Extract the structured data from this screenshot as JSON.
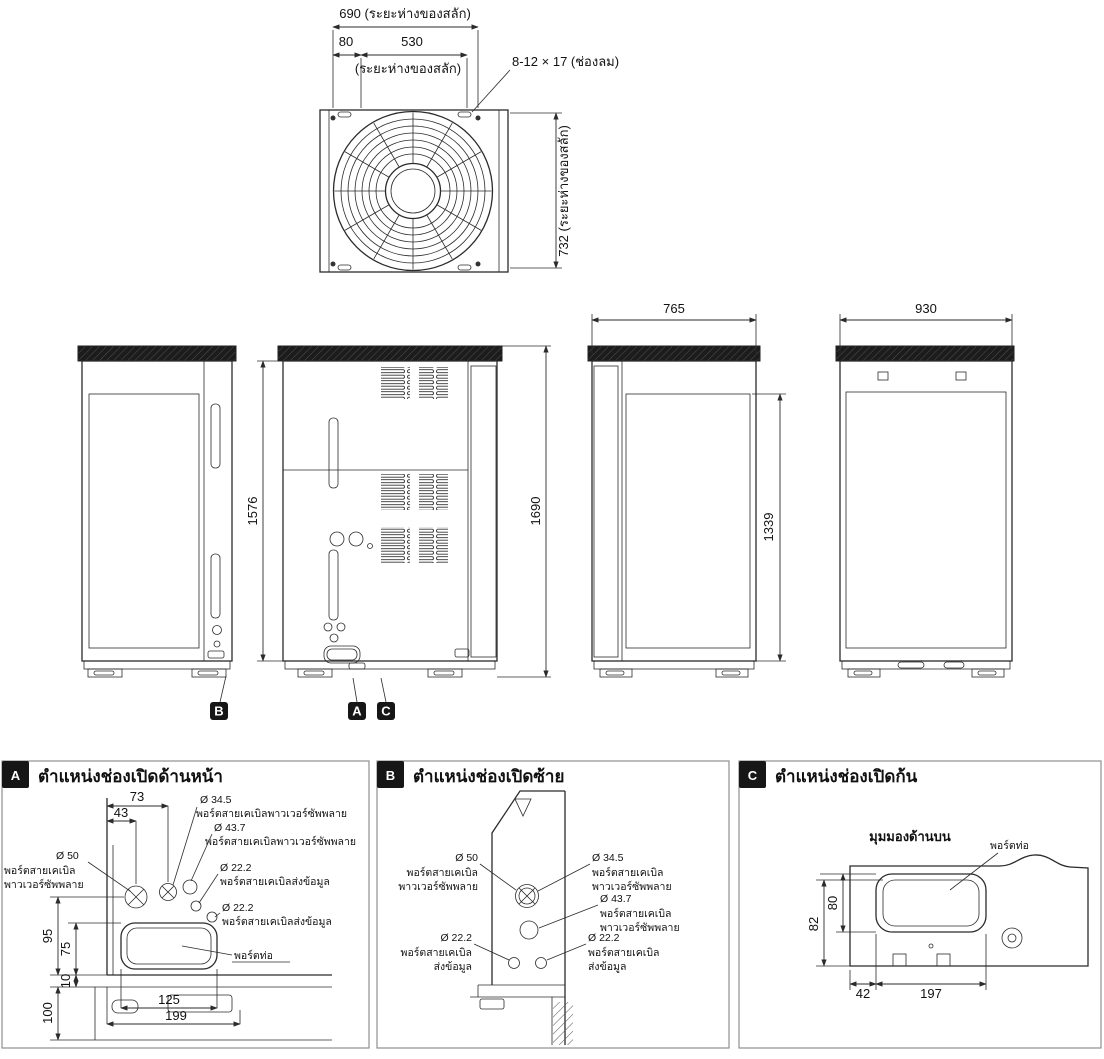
{
  "colors": {
    "line": "#2b2b2b",
    "marker_bg": "#161616",
    "marker_fg": "#ffffff"
  },
  "top_view": {
    "dim_bolt_span": "690 (ระยะห่างของสลัก)",
    "dim_80": "80",
    "dim_530": "530",
    "bolt_note": "(ระยะห่างของสลัก)",
    "slot_note": "8-12 × 17 (ช่องลม)",
    "dim_732": "732 (ระยะห่างของสลัก)"
  },
  "front_views": {
    "dim_height_body": "1576",
    "dim_height_total": "1690",
    "dim_depth": "765",
    "dim_width": "930",
    "dim_coil_height": "1339",
    "marker_a": "A",
    "marker_b": "B",
    "marker_c": "C"
  },
  "detail_front": {
    "marker": "A",
    "title": "ตำแหน่งช่องเปิดด้านหน้า",
    "dim_73": "73",
    "dim_43": "43",
    "dim_95": "95",
    "dim_75": "75",
    "dim_10": "10",
    "dim_100": "100",
    "dim_125": "125",
    "dim_199": "199",
    "dia_34_5": "Ø 34.5",
    "port_power_1": "พอร์ตสายเคเบิลพาวเวอร์ซัพพลาย",
    "dia_43_7": "Ø 43.7",
    "port_power_2": "พอร์ตสายเคเบิลพาวเวอร์ซัพพลาย",
    "dia_50": "Ø 50",
    "port_power_3a": "พอร์ตสายเคเบิล",
    "port_power_3b": "พาวเวอร์ซัพพลาย",
    "dia_22_2_a": "Ø 22.2",
    "port_data_1": "พอร์ตสายเคเบิลส่งข้อมูล",
    "dia_22_2_b": "Ø 22.2",
    "port_data_2": "พอร์ตสายเคเบิลส่งข้อมูล",
    "pipe_port": "พอร์ตท่อ"
  },
  "detail_left": {
    "marker": "B",
    "title": "ตำแหน่งช่องเปิดซ้าย",
    "dia_50": "Ø 50",
    "port_power_1a": "พอร์ตสายเคเบิล",
    "port_power_1b": "พาวเวอร์ซัพพลาย",
    "dia_34_5": "Ø 34.5",
    "port_power_2a": "พอร์ตสายเคเบิล",
    "port_power_2b": "พาวเวอร์ซัพพลาย",
    "dia_43_7": "Ø 43.7",
    "port_power_3a": "พอร์ตสายเคเบิล",
    "port_power_3b": "พาวเวอร์ซัพพลาย",
    "dia_22_2_a": "Ø 22.2",
    "port_data_1a": "พอร์ตสายเคเบิล",
    "port_data_1b": "ส่งข้อมูล",
    "dia_22_2_b": "Ø 22.2",
    "port_data_2a": "พอร์ตสายเคเบิล",
    "port_data_2b": "ส่งข้อมูล"
  },
  "detail_bottom": {
    "marker": "C",
    "title": "ตำแหน่งช่องเปิดก้น",
    "top_view_label": "มุมมองด้านบน",
    "pipe_port": "พอร์ตท่อ",
    "dim_80": "80",
    "dim_82": "82",
    "dim_42": "42",
    "dim_197": "197"
  }
}
